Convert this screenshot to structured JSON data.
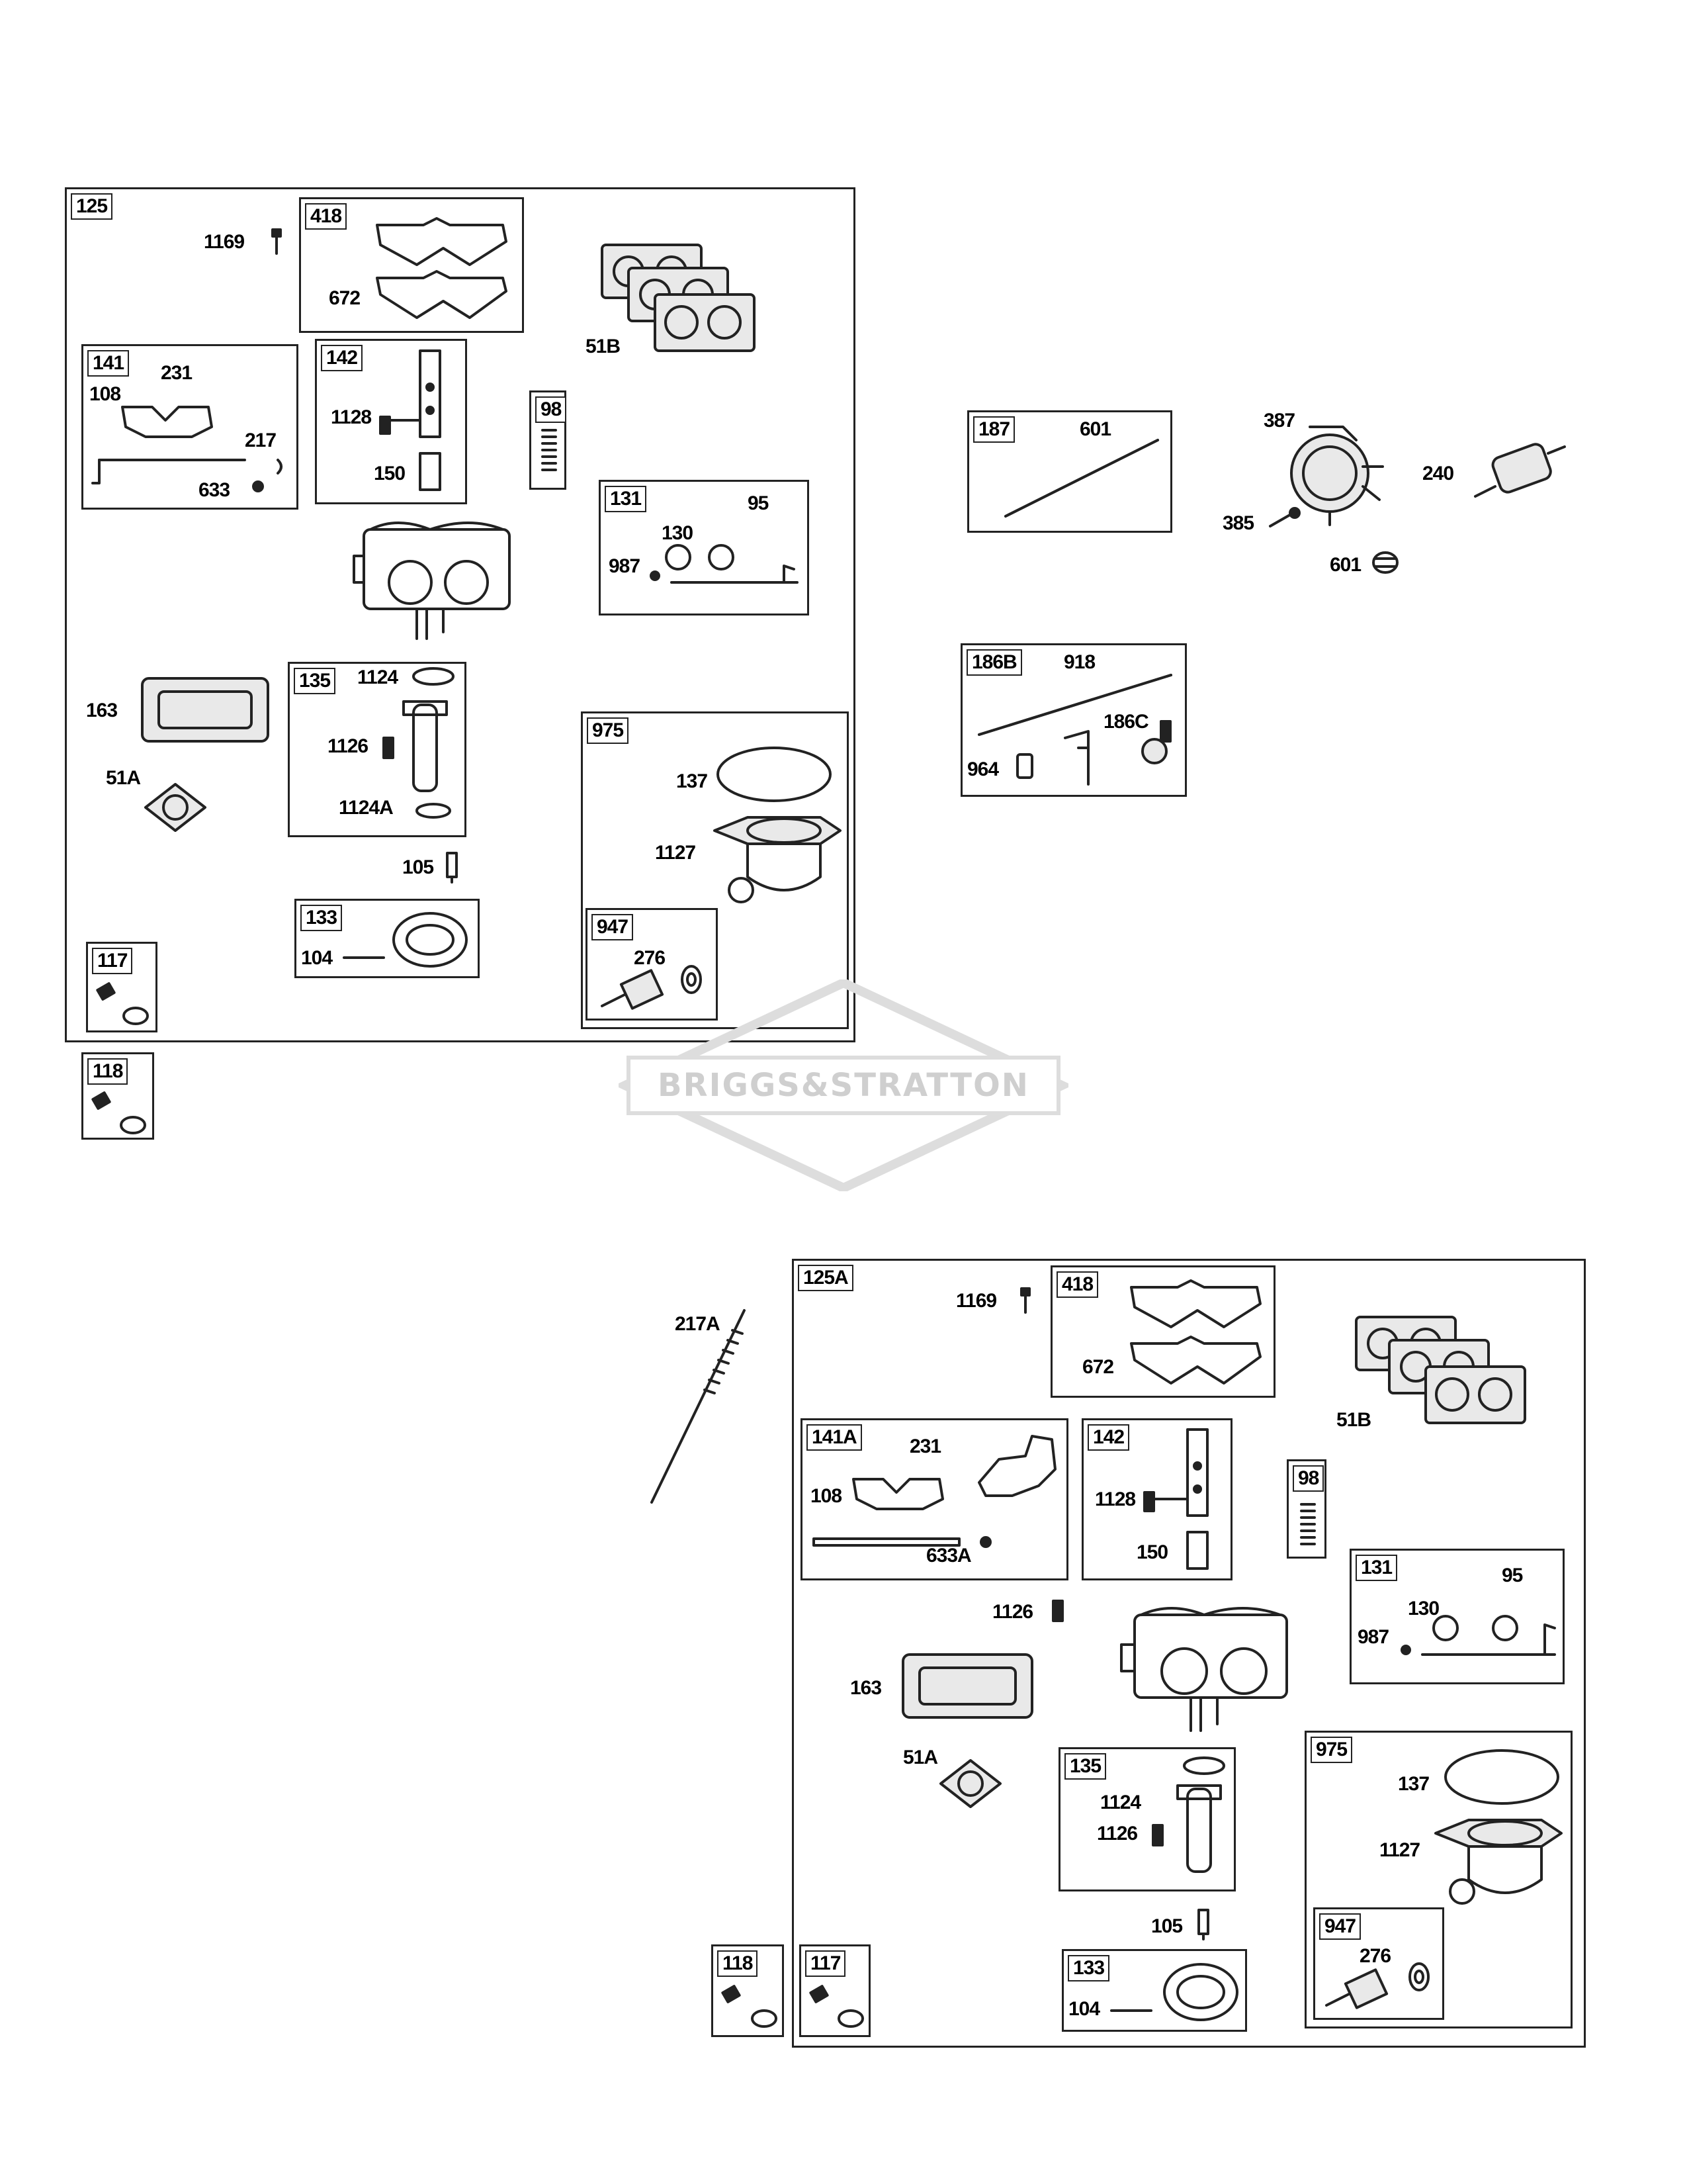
{
  "watermark": {
    "text": "BRIGGS&STRATTON"
  },
  "kit1": {
    "id": "125",
    "item_1169": "1169",
    "kit_418": {
      "id": "418",
      "gasket": "672"
    },
    "item_51B": "51B",
    "kit_141": {
      "id": "141",
      "p108": "108",
      "p231": "231",
      "p217": "217",
      "p633": "633"
    },
    "kit_142": {
      "id": "142",
      "p1128": "1128",
      "p150": "150"
    },
    "kit_98": {
      "id": "98"
    },
    "kit_131": {
      "id": "131",
      "p95": "95",
      "p130": "130",
      "p987": "987"
    },
    "item_163": "163",
    "item_51A": "51A",
    "kit_135": {
      "id": "135",
      "p1124": "1124",
      "p1126": "1126",
      "p1124A": "1124A"
    },
    "item_105": "105",
    "kit_133": {
      "id": "133",
      "p104": "104"
    },
    "kit_975": {
      "id": "975",
      "p137": "137",
      "p1127": "1127"
    },
    "kit_947": {
      "id": "947",
      "p276": "276"
    },
    "kit_117": {
      "id": "117"
    }
  },
  "kit_118_top": {
    "id": "118"
  },
  "kit_187": {
    "id": "187",
    "p601": "601"
  },
  "pump": {
    "p387": "387",
    "p385": "385",
    "p601": "601",
    "p240": "240"
  },
  "kit_186B": {
    "id": "186B",
    "p918": "918",
    "p186C": "186C",
    "p964": "964"
  },
  "item_217A": "217A",
  "kit2": {
    "id": "125A",
    "item_1169": "1169",
    "kit_418": {
      "id": "418",
      "gasket": "672"
    },
    "item_51B": "51B",
    "kit_141A": {
      "id": "141A",
      "p231": "231",
      "p108": "108",
      "p633A": "633A"
    },
    "kit_142": {
      "id": "142",
      "p1128": "1128",
      "p150": "150"
    },
    "kit_98": {
      "id": "98"
    },
    "kit_131": {
      "id": "131",
      "p95": "95",
      "p130": "130",
      "p987": "987"
    },
    "item_1126": "1126",
    "item_163": "163",
    "item_51A": "51A",
    "kit_135": {
      "id": "135",
      "p1124": "1124",
      "p1126": "1126"
    },
    "item_105": "105",
    "kit_133": {
      "id": "133",
      "p104": "104"
    },
    "kit_975": {
      "id": "975",
      "p137": "137",
      "p1127": "1127"
    },
    "kit_947": {
      "id": "947",
      "p276": "276"
    },
    "kit_117": {
      "id": "117"
    }
  },
  "kit_118_bottom": {
    "id": "118"
  }
}
